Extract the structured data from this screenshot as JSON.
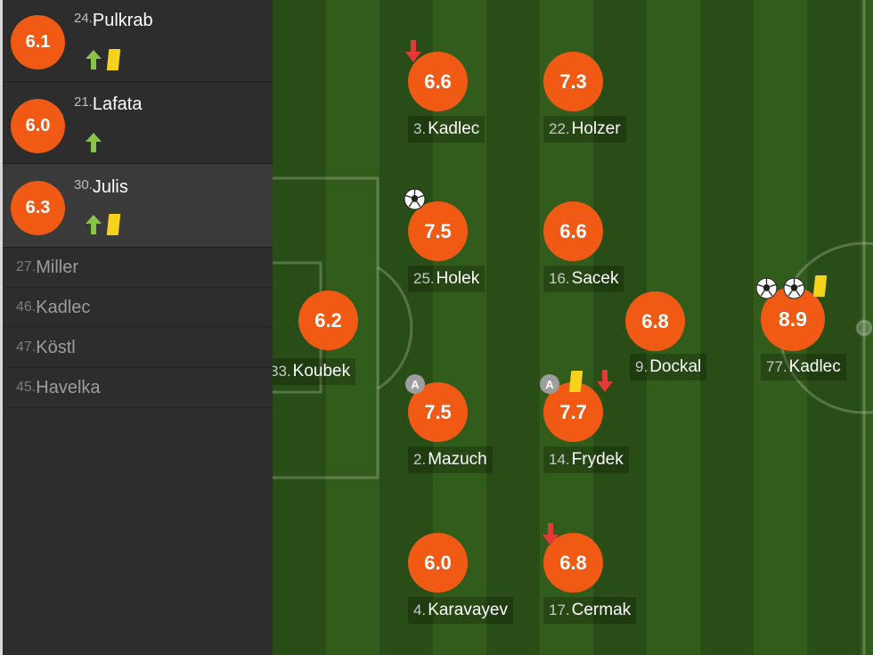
{
  "substitutes": [
    {
      "rating": "6.1",
      "number": "24.",
      "name": "Pulkrab",
      "icons": [
        "sub-in-arrow",
        "yellow-card"
      ]
    },
    {
      "rating": "6.0",
      "number": "21.",
      "name": "Lafata",
      "icons": [
        "sub-in-arrow"
      ]
    },
    {
      "rating": "6.3",
      "number": "30.",
      "name": "Julis",
      "icons": [
        "sub-in-arrow",
        "yellow-card"
      ]
    }
  ],
  "bench": [
    {
      "number": "27.",
      "name": "Miller"
    },
    {
      "number": "46.",
      "name": "Kadlec"
    },
    {
      "number": "47.",
      "name": "Köstl"
    },
    {
      "number": "45.",
      "name": "Havelka"
    }
  ],
  "players": [
    {
      "rating": "6.2",
      "number": "33.",
      "name": "Koubek",
      "icons": []
    },
    {
      "rating": "6.6",
      "number": "3.",
      "name": "Kadlec",
      "icons": [
        "sub-out-arrow"
      ]
    },
    {
      "rating": "7.3",
      "number": "22.",
      "name": "Holzer",
      "icons": []
    },
    {
      "rating": "7.5",
      "number": "25.",
      "name": "Holek",
      "icons": [
        "goal-ball"
      ]
    },
    {
      "rating": "6.6",
      "number": "16.",
      "name": "Sacek",
      "icons": []
    },
    {
      "rating": "7.5",
      "number": "2.",
      "name": "Mazuch",
      "icons": [
        "captain-badge"
      ]
    },
    {
      "rating": "7.7",
      "number": "14.",
      "name": "Frydek",
      "icons": [
        "captain-badge",
        "yellow-card",
        "sub-out-arrow"
      ]
    },
    {
      "rating": "6.0",
      "number": "4.",
      "name": "Karavayev",
      "icons": []
    },
    {
      "rating": "6.8",
      "number": "17.",
      "name": "Cermak",
      "icons": [
        "sub-out-arrow"
      ]
    },
    {
      "rating": "6.8",
      "number": "9.",
      "name": "Dockal",
      "icons": []
    },
    {
      "rating": "8.9",
      "number": "77.",
      "name": "Kadlec",
      "icons": [
        "goal-ball",
        "goal-ball",
        "yellow-card"
      ]
    }
  ],
  "captain_letter": "A",
  "colors": {
    "rating": "#f05a14",
    "yellow_card": "#f5d21b",
    "sub_in": "#8bc34a",
    "sub_out": "#e53935"
  }
}
